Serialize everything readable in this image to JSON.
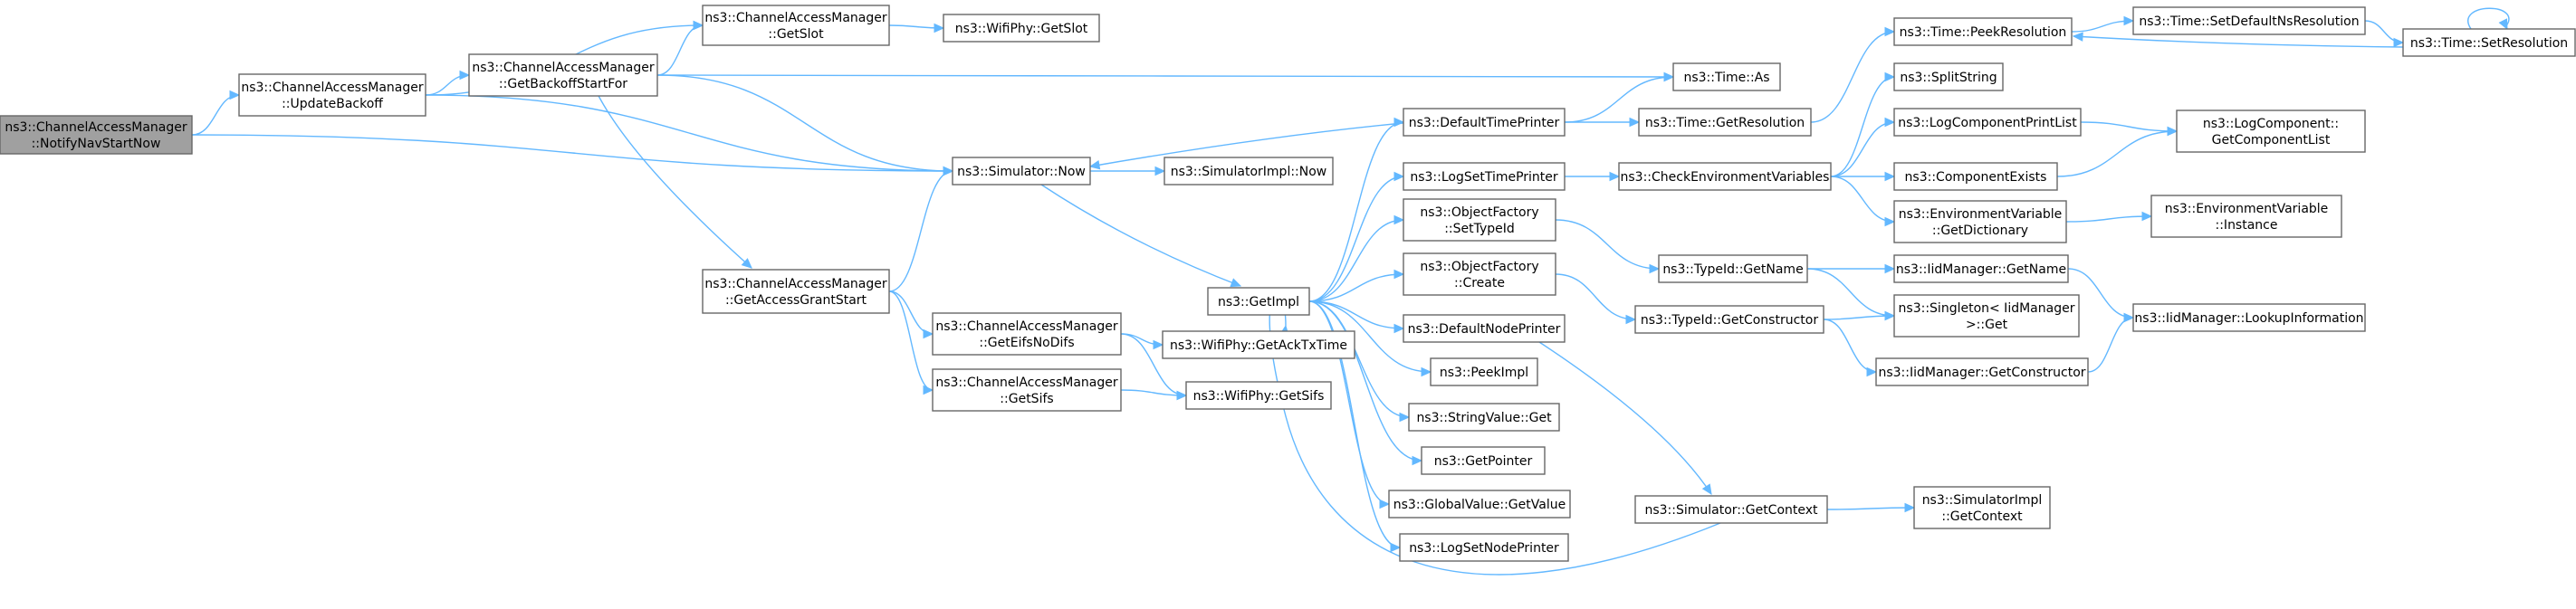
{
  "title": "",
  "colors": {
    "edge": "#63b8ff",
    "node_border": "#666666",
    "root_fill": "#a0a0a0",
    "node_fill": "#ffffff"
  },
  "nodes": [
    {
      "id": "n0",
      "lines": [
        "ns3::ChannelAccessManager",
        "::NotifyNavStartNow"
      ],
      "root": true
    },
    {
      "id": "n1",
      "lines": [
        "ns3::ChannelAccessManager",
        "::UpdateBackoff"
      ]
    },
    {
      "id": "n2",
      "lines": [
        "ns3::ChannelAccessManager",
        "::GetSlot"
      ]
    },
    {
      "id": "n3",
      "lines": [
        "ns3::WifiPhy::GetSlot"
      ]
    },
    {
      "id": "n4",
      "lines": [
        "ns3::ChannelAccessManager",
        "::GetBackoffStartFor"
      ]
    },
    {
      "id": "n5",
      "lines": [
        "ns3::Time::As"
      ]
    },
    {
      "id": "n6",
      "lines": [
        "ns3::Simulator::Now"
      ]
    },
    {
      "id": "n7",
      "lines": [
        "ns3::SimulatorImpl::Now"
      ]
    },
    {
      "id": "n8",
      "lines": [
        "ns3::ChannelAccessManager",
        "::GetAccessGrantStart"
      ]
    },
    {
      "id": "n9",
      "lines": [
        "ns3::ChannelAccessManager",
        "::GetEifsNoDifs"
      ]
    },
    {
      "id": "n10",
      "lines": [
        "ns3::WifiPhy::GetAckTxTime"
      ]
    },
    {
      "id": "n11",
      "lines": [
        "ns3::ChannelAccessManager",
        "::GetSifs"
      ]
    },
    {
      "id": "n12",
      "lines": [
        "ns3::WifiPhy::GetSifs"
      ]
    },
    {
      "id": "n13",
      "lines": [
        "ns3::GetImpl"
      ]
    },
    {
      "id": "n14",
      "lines": [
        "ns3::DefaultTimePrinter"
      ]
    },
    {
      "id": "n15",
      "lines": [
        "ns3::Time::GetResolution"
      ]
    },
    {
      "id": "n16",
      "lines": [
        "ns3::Time::PeekResolution"
      ]
    },
    {
      "id": "n17",
      "lines": [
        "ns3::Time::SetDefaultNsResolution"
      ]
    },
    {
      "id": "n18",
      "lines": [
        "ns3::Time::SetResolution"
      ]
    },
    {
      "id": "n19",
      "lines": [
        "ns3::LogSetTimePrinter"
      ]
    },
    {
      "id": "n20",
      "lines": [
        "ns3::CheckEnvironmentVariables"
      ]
    },
    {
      "id": "n21",
      "lines": [
        "ns3::SplitString"
      ]
    },
    {
      "id": "n22",
      "lines": [
        "ns3::LogComponentPrintList"
      ]
    },
    {
      "id": "n23",
      "lines": [
        "ns3::LogComponent::",
        "GetComponentList"
      ]
    },
    {
      "id": "n24",
      "lines": [
        "ns3::ComponentExists"
      ]
    },
    {
      "id": "n25",
      "lines": [
        "ns3::EnvironmentVariable",
        "::GetDictionary"
      ]
    },
    {
      "id": "n26",
      "lines": [
        "ns3::EnvironmentVariable",
        "::Instance"
      ]
    },
    {
      "id": "n27",
      "lines": [
        "ns3::ObjectFactory",
        "::SetTypeId"
      ]
    },
    {
      "id": "n28",
      "lines": [
        "ns3::TypeId::GetName"
      ]
    },
    {
      "id": "n29",
      "lines": [
        "ns3::IidManager::GetName"
      ]
    },
    {
      "id": "n30",
      "lines": [
        "ns3::IidManager::LookupInformation"
      ]
    },
    {
      "id": "n31",
      "lines": [
        "ns3::Singleton< IidManager",
        " >::Get"
      ]
    },
    {
      "id": "n32",
      "lines": [
        "ns3::ObjectFactory",
        "::Create"
      ]
    },
    {
      "id": "n33",
      "lines": [
        "ns3::TypeId::GetConstructor"
      ]
    },
    {
      "id": "n34",
      "lines": [
        "ns3::IidManager::GetConstructor"
      ]
    },
    {
      "id": "n35",
      "lines": [
        "ns3::DefaultNodePrinter"
      ]
    },
    {
      "id": "n36",
      "lines": [
        "ns3::PeekImpl"
      ]
    },
    {
      "id": "n37",
      "lines": [
        "ns3::StringValue::Get"
      ]
    },
    {
      "id": "n38",
      "lines": [
        "ns3::GetPointer"
      ]
    },
    {
      "id": "n39",
      "lines": [
        "ns3::GlobalValue::GetValue"
      ]
    },
    {
      "id": "n40",
      "lines": [
        "ns3::Simulator::GetContext"
      ]
    },
    {
      "id": "n41",
      "lines": [
        "ns3::SimulatorImpl",
        "::GetContext"
      ]
    },
    {
      "id": "n42",
      "lines": [
        "ns3::LogSetNodePrinter"
      ]
    }
  ],
  "edges": [
    [
      "n0",
      "n1"
    ],
    [
      "n0",
      "n6"
    ],
    [
      "n1",
      "n2"
    ],
    [
      "n1",
      "n4"
    ],
    [
      "n1",
      "n6"
    ],
    [
      "n2",
      "n3"
    ],
    [
      "n4",
      "n2"
    ],
    [
      "n4",
      "n5"
    ],
    [
      "n4",
      "n8"
    ],
    [
      "n4",
      "n6"
    ],
    [
      "n6",
      "n7"
    ],
    [
      "n6",
      "n13"
    ],
    [
      "n8",
      "n6"
    ],
    [
      "n8",
      "n9"
    ],
    [
      "n8",
      "n11"
    ],
    [
      "n9",
      "n10"
    ],
    [
      "n9",
      "n12"
    ],
    [
      "n11",
      "n12"
    ],
    [
      "n13",
      "n14"
    ],
    [
      "n13",
      "n19"
    ],
    [
      "n13",
      "n27"
    ],
    [
      "n13",
      "n32"
    ],
    [
      "n13",
      "n35"
    ],
    [
      "n13",
      "n36"
    ],
    [
      "n13",
      "n37"
    ],
    [
      "n13",
      "n38"
    ],
    [
      "n13",
      "n39"
    ],
    [
      "n13",
      "n42"
    ],
    [
      "n14",
      "n6"
    ],
    [
      "n14",
      "n5"
    ],
    [
      "n14",
      "n15"
    ],
    [
      "n15",
      "n16"
    ],
    [
      "n16",
      "n17"
    ],
    [
      "n17",
      "n18"
    ],
    [
      "n18",
      "n16"
    ],
    [
      "n18",
      "n18"
    ],
    [
      "n19",
      "n20"
    ],
    [
      "n20",
      "n21"
    ],
    [
      "n20",
      "n22"
    ],
    [
      "n20",
      "n24"
    ],
    [
      "n20",
      "n25"
    ],
    [
      "n22",
      "n23"
    ],
    [
      "n24",
      "n23"
    ],
    [
      "n25",
      "n26"
    ],
    [
      "n27",
      "n28"
    ],
    [
      "n28",
      "n29"
    ],
    [
      "n28",
      "n31"
    ],
    [
      "n29",
      "n30"
    ],
    [
      "n32",
      "n33"
    ],
    [
      "n33",
      "n31"
    ],
    [
      "n33",
      "n34"
    ],
    [
      "n34",
      "n30"
    ],
    [
      "n35",
      "n40"
    ],
    [
      "n40",
      "n41"
    ],
    [
      "n40",
      "n13"
    ]
  ]
}
